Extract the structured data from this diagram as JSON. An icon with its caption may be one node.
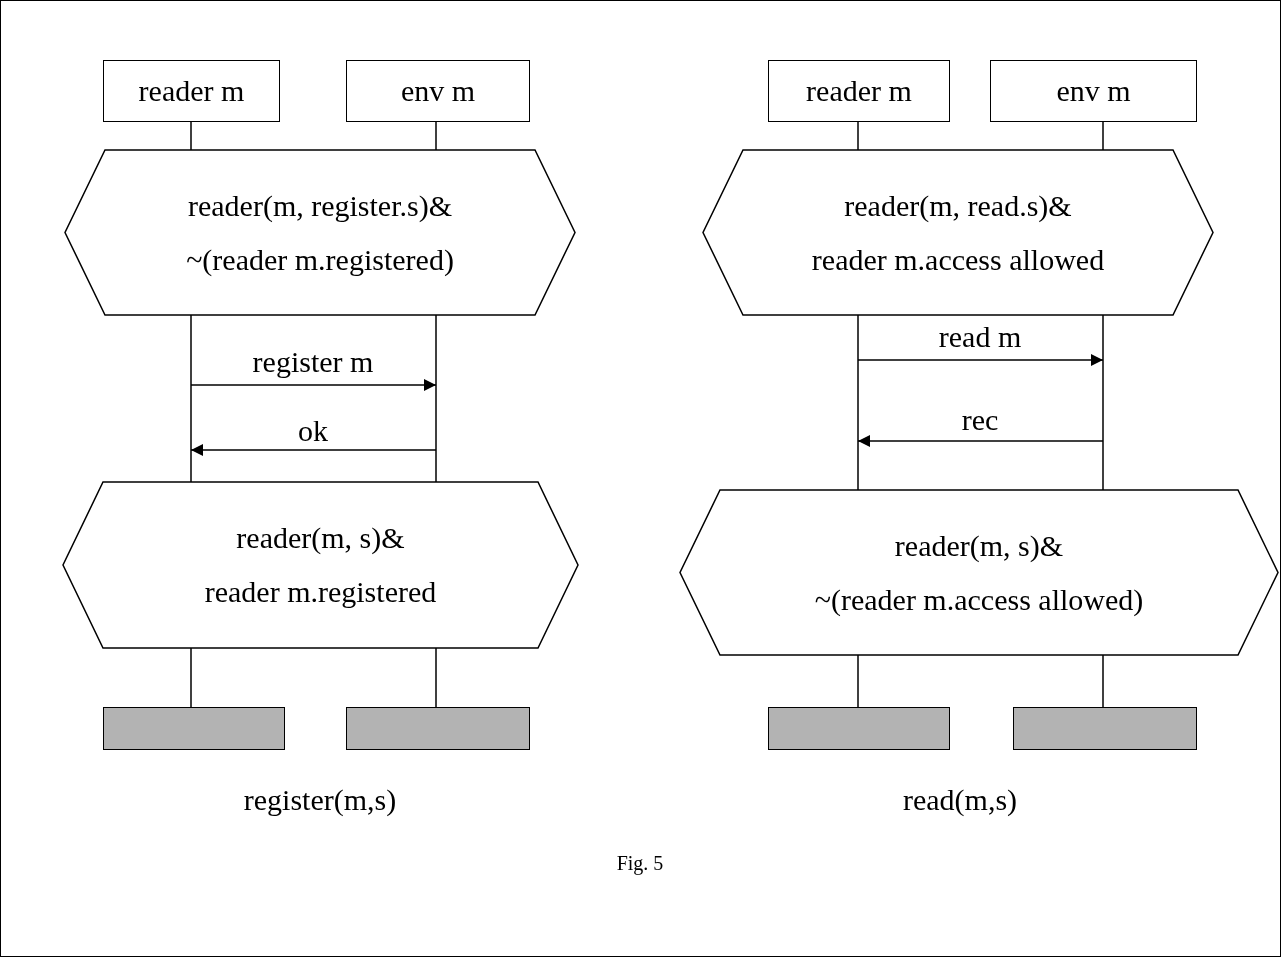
{
  "diagram": {
    "caption": "Fig. 5",
    "nodes": [
      {
        "text": [
          "reader m"
        ]
      },
      {
        "text": [
          "env m"
        ]
      },
      {
        "text": [
          "reader(m, register.s)&",
          "~(reader m.registered)"
        ]
      },
      {
        "text": [
          "reader(m, s)&",
          "reader m.registered"
        ]
      },
      {
        "text": [],
        "shape": "bar"
      },
      {
        "text": [],
        "shape": "bar"
      },
      {
        "text": [
          "reader m"
        ]
      },
      {
        "text": [
          "env m"
        ]
      },
      {
        "text": [
          "reader(m, read.s)&",
          "reader m.access allowed"
        ]
      },
      {
        "text": [
          "reader(m, s)&",
          "~(reader m.access allowed)"
        ]
      },
      {
        "text": [],
        "shape": "bar"
      },
      {
        "text": [],
        "shape": "bar"
      }
    ],
    "edges": [
      {
        "from": 0,
        "to": 2,
        "arrow": "none"
      },
      {
        "from": 1,
        "to": 2,
        "arrow": "none"
      },
      {
        "from": 2,
        "to": 3,
        "arrow": "none"
      },
      {
        "from": 2,
        "to": 3,
        "arrow": "none"
      },
      {
        "from": 3,
        "to": 4,
        "arrow": "none"
      },
      {
        "from": 3,
        "to": 5,
        "arrow": "none"
      },
      {
        "from": 6,
        "to": 8,
        "arrow": "none"
      },
      {
        "from": 7,
        "to": 8,
        "arrow": "none"
      },
      {
        "from": 8,
        "to": 9,
        "arrow": "none"
      },
      {
        "from": 8,
        "to": 9,
        "arrow": "none"
      },
      {
        "from": 9,
        "to": 10,
        "arrow": "none"
      },
      {
        "from": 9,
        "to": 11,
        "arrow": "none"
      }
    ],
    "labels": [
      "register m",
      "ok",
      "register(m,s)",
      "read m",
      "rec",
      "read(m,s)"
    ]
  }
}
